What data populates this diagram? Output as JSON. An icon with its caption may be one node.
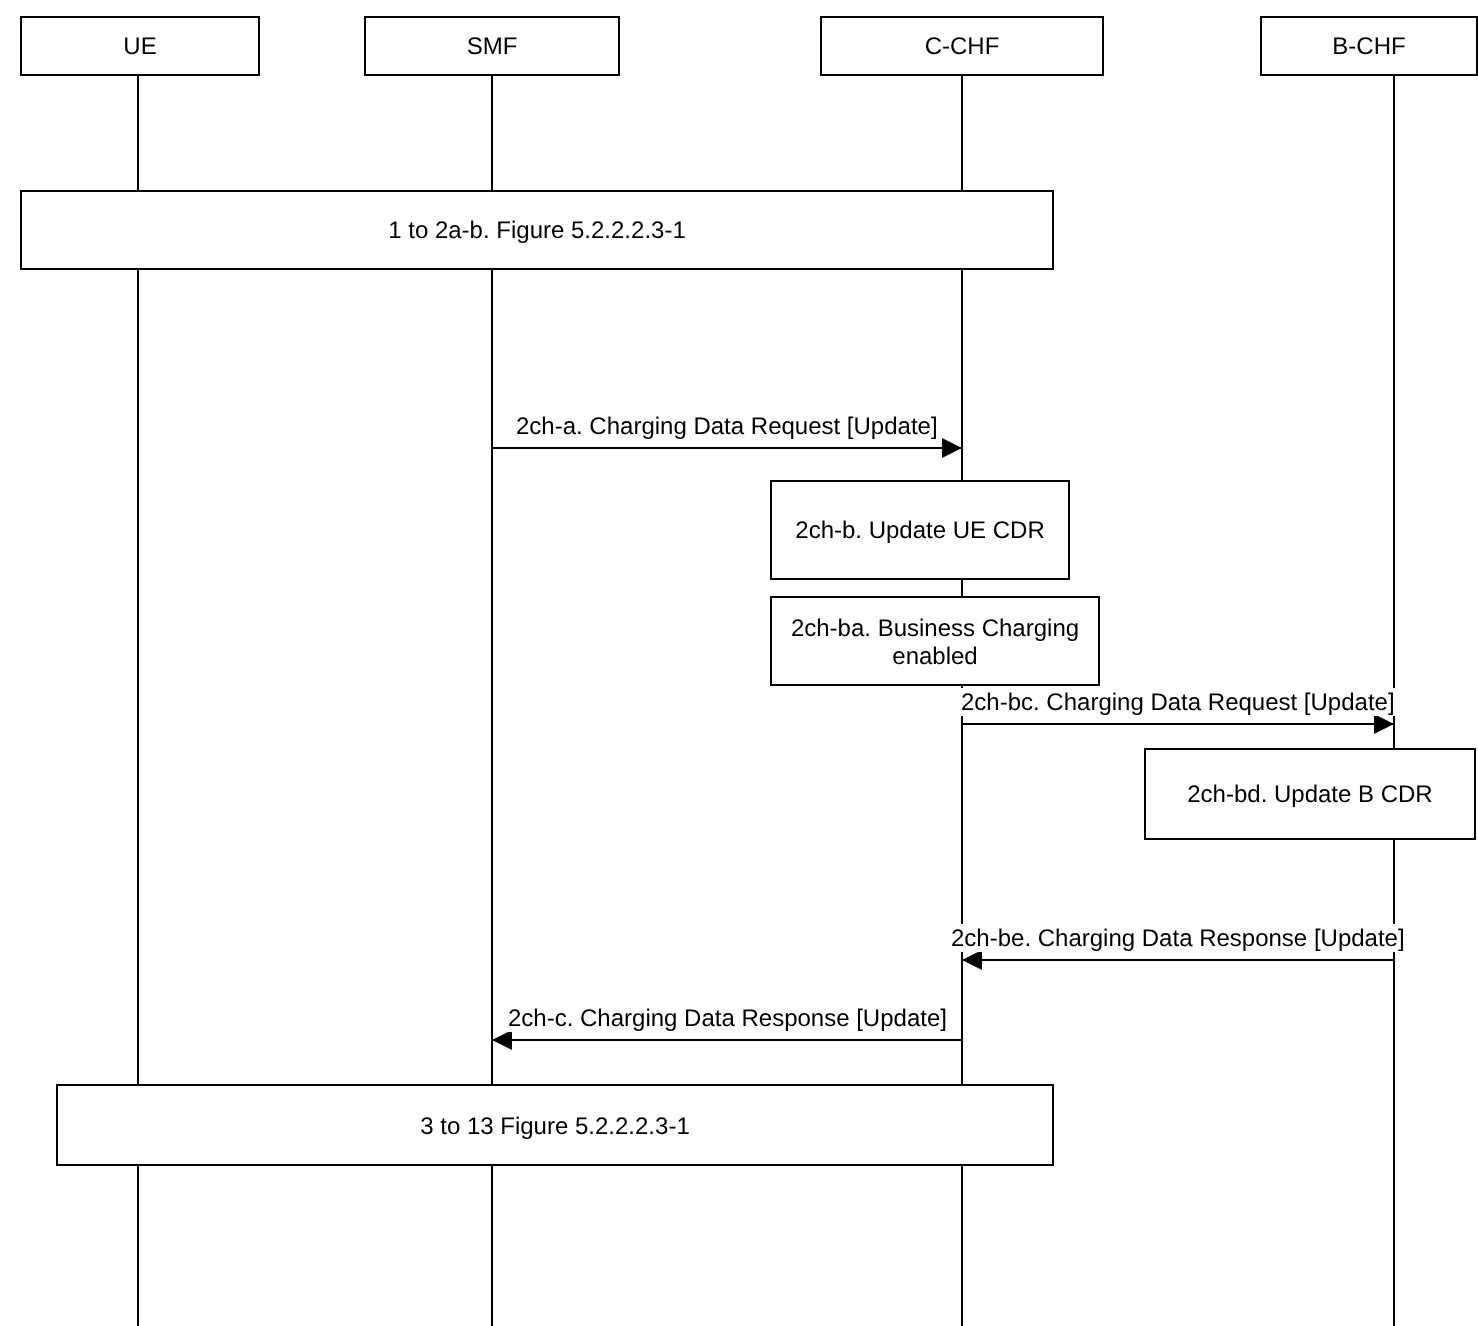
{
  "diagram": {
    "nodes": [
      {
        "text": [
          "UE"
        ]
      },
      {
        "text": [
          "SMF"
        ]
      },
      {
        "text": [
          "C-CHF"
        ]
      },
      {
        "text": [
          "B-CHF"
        ]
      },
      {
        "text": [
          "1 to 2a-b. Figure 5.2.2.2.3-1"
        ]
      },
      {
        "text": [
          "2ch-b. Update UE CDR"
        ]
      },
      {
        "text": [
          "2ch-ba. Business Charging enabled"
        ]
      },
      {
        "text": [
          "2ch-bd. Update B CDR"
        ]
      },
      {
        "text": [
          "3 to 13 Figure 5.2.2.2.3-1"
        ]
      }
    ],
    "edges": [
      {
        "from": 1,
        "to": 2,
        "arrow": "to",
        "label": "2ch-a. Charging Data Request [Update]"
      },
      {
        "from": 2,
        "to": 3,
        "arrow": "to",
        "label": "2ch-bc. Charging Data Request [Update]"
      },
      {
        "from": 3,
        "to": 2,
        "arrow": "to",
        "label": "2ch-be. Charging Data Response [Update]"
      },
      {
        "from": 2,
        "to": 1,
        "arrow": "to",
        "label": "2ch-c. Charging Data Response [Update]"
      }
    ]
  }
}
